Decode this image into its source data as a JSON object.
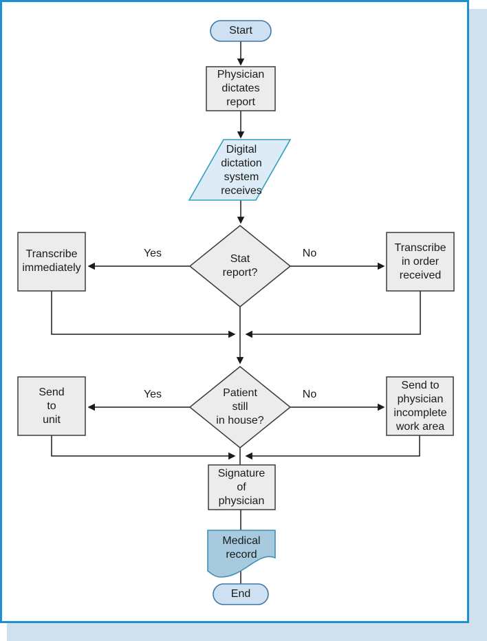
{
  "colors": {
    "page_border": "#1f8fd3",
    "shadow": "#cfe0ee",
    "line": "#1a1a1a",
    "text": "#1a1a1a",
    "process_fill": "#ececec",
    "process_border": "#3a3a3a",
    "terminator_fill": "#cde1f2",
    "terminator_border": "#3f76a3",
    "io_fill": "#dcebf5",
    "io_border": "#2f9fbe",
    "document_fill": "#a7cade",
    "document_border": "#3d8fb5"
  },
  "flowchart": {
    "start": "Start",
    "physician_dictates": "Physician\ndictates\nreport",
    "digital_dictation": "Digital\ndictation\nsystem\nreceives",
    "stat_report": "Stat\nreport?",
    "yes_label_1": "Yes",
    "no_label_1": "No",
    "transcribe_immediately": "Transcribe\nimmediately",
    "transcribe_in_order": "Transcribe\nin order\nreceived",
    "patient_in_house": "Patient\nstill\nin house?",
    "yes_label_2": "Yes",
    "no_label_2": "No",
    "send_to_unit": "Send\nto\nunit",
    "send_to_physician": "Send to\nphysician\nincomplete\nwork area",
    "signature": "Signature\nof\nphysician",
    "medical_record": "Medical\nrecord",
    "end": "End"
  }
}
